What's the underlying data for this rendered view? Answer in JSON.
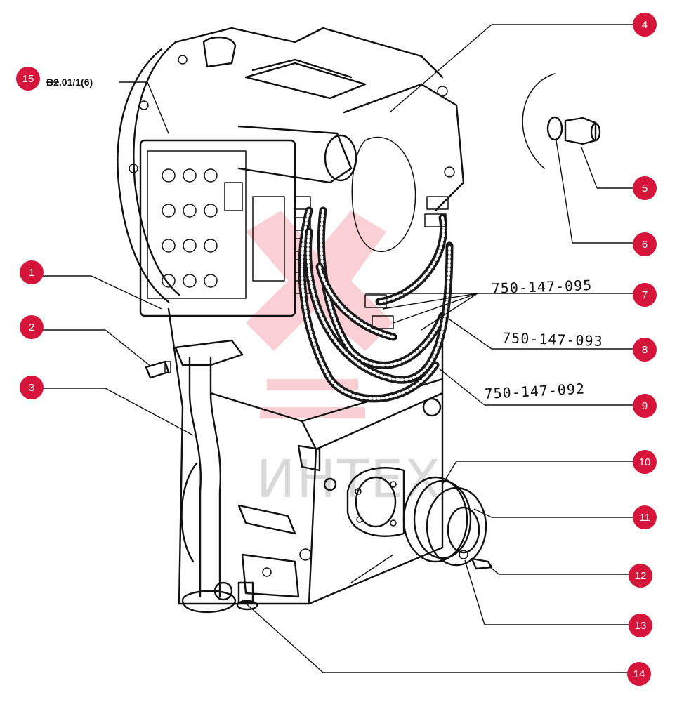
{
  "reference": {
    "text": "B2.01/1(6)"
  },
  "watermark": {
    "text": "ИНТЕХ"
  },
  "callout_color": "#d6153a",
  "callouts": [
    {
      "num": "1"
    },
    {
      "num": "2"
    },
    {
      "num": "3"
    },
    {
      "num": "4"
    },
    {
      "num": "5"
    },
    {
      "num": "6"
    },
    {
      "num": "7"
    },
    {
      "num": "8"
    },
    {
      "num": "9"
    },
    {
      "num": "10"
    },
    {
      "num": "11"
    },
    {
      "num": "12"
    },
    {
      "num": "13"
    },
    {
      "num": "14"
    },
    {
      "num": "15"
    }
  ],
  "handwritten": [
    {
      "text": "750-147-095"
    },
    {
      "text": "750-147-093"
    },
    {
      "text": "750-147-092"
    }
  ]
}
